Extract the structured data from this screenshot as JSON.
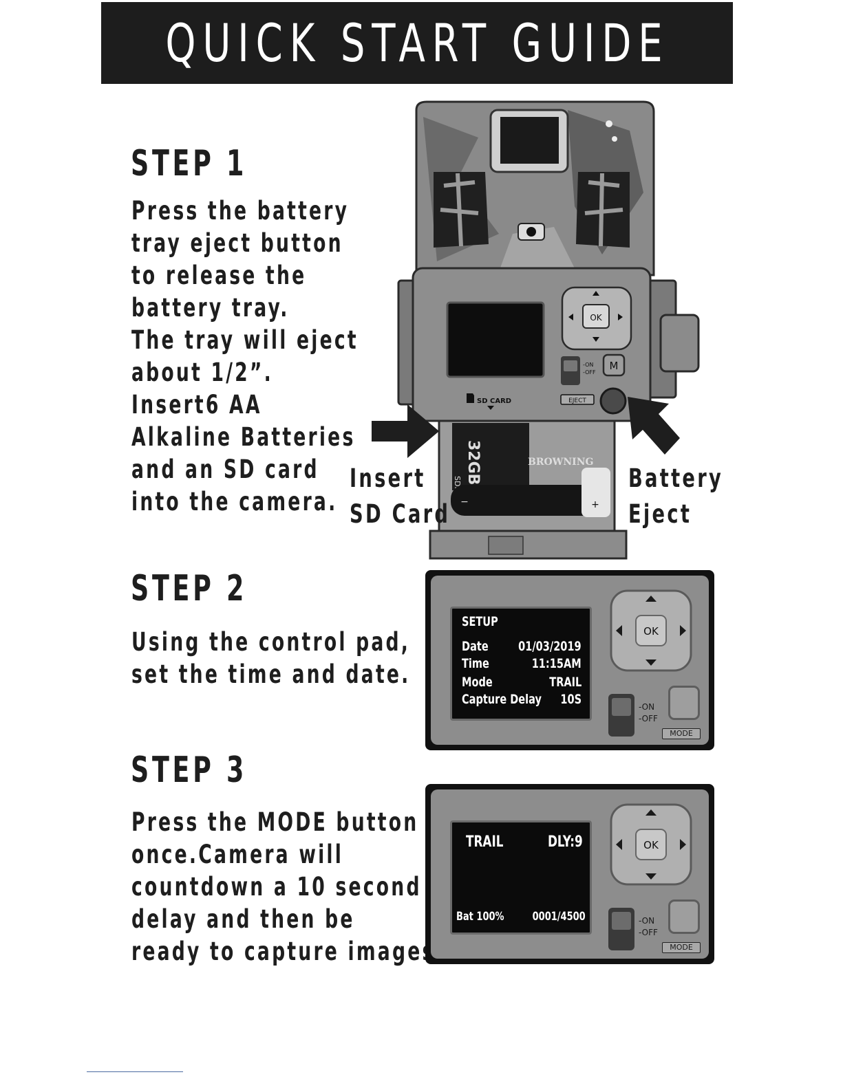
{
  "title": "QUICK START GUIDE",
  "steps": [
    {
      "heading": "STEP 1",
      "lines": [
        "Press the battery",
        "tray eject button",
        "to release the",
        "battery tray.",
        "The tray will eject",
        "about 1/2”.",
        "Insert6 AA",
        "Alkaline Batteries",
        "and an SD card",
        "into the camera."
      ]
    },
    {
      "heading": "STEP 2",
      "lines": [
        "Using the control pad,",
        "set the time and date."
      ]
    },
    {
      "heading": "STEP 3",
      "lines": [
        "Press the MODE button",
        "once.Camera will",
        "countdown a 10 second",
        "delay and then be",
        "ready to capture images."
      ]
    }
  ],
  "callouts": {
    "sd": [
      "Insert",
      "SD Card"
    ],
    "battery": [
      "Battery",
      "Eject"
    ]
  },
  "camera": {
    "ok_label": "OK",
    "m_label": "M",
    "on_label": "-ON",
    "off_label": "-OFF",
    "sd_card_label": "SD CARD",
    "eject_label": "EJECT",
    "sd_capacity": "32GB",
    "sd_logo": "SDHC",
    "battery_brand": "BROWNING"
  },
  "setup_screen": {
    "title": "SETUP",
    "rows": [
      {
        "label": "Date",
        "value": "01/03/2019"
      },
      {
        "label": "Time",
        "value": "11:15AM"
      },
      {
        "label": "Mode",
        "value": "TRAIL"
      },
      {
        "label": "Capture Delay",
        "value": "10S"
      }
    ]
  },
  "trail_screen": {
    "mode": "TRAIL",
    "delay": "DLY:9",
    "battery": "Bat 100%",
    "count": "0001/4500"
  },
  "panel_labels": {
    "ok": "OK",
    "on": "-ON",
    "off": "-OFF",
    "mode": "MODE"
  },
  "colors": {
    "title_bg": "#1d1d1d",
    "text": "#1e1e1e",
    "lcd_bg": "#0b0b0b",
    "panel_gray": "#8d8d8d"
  }
}
